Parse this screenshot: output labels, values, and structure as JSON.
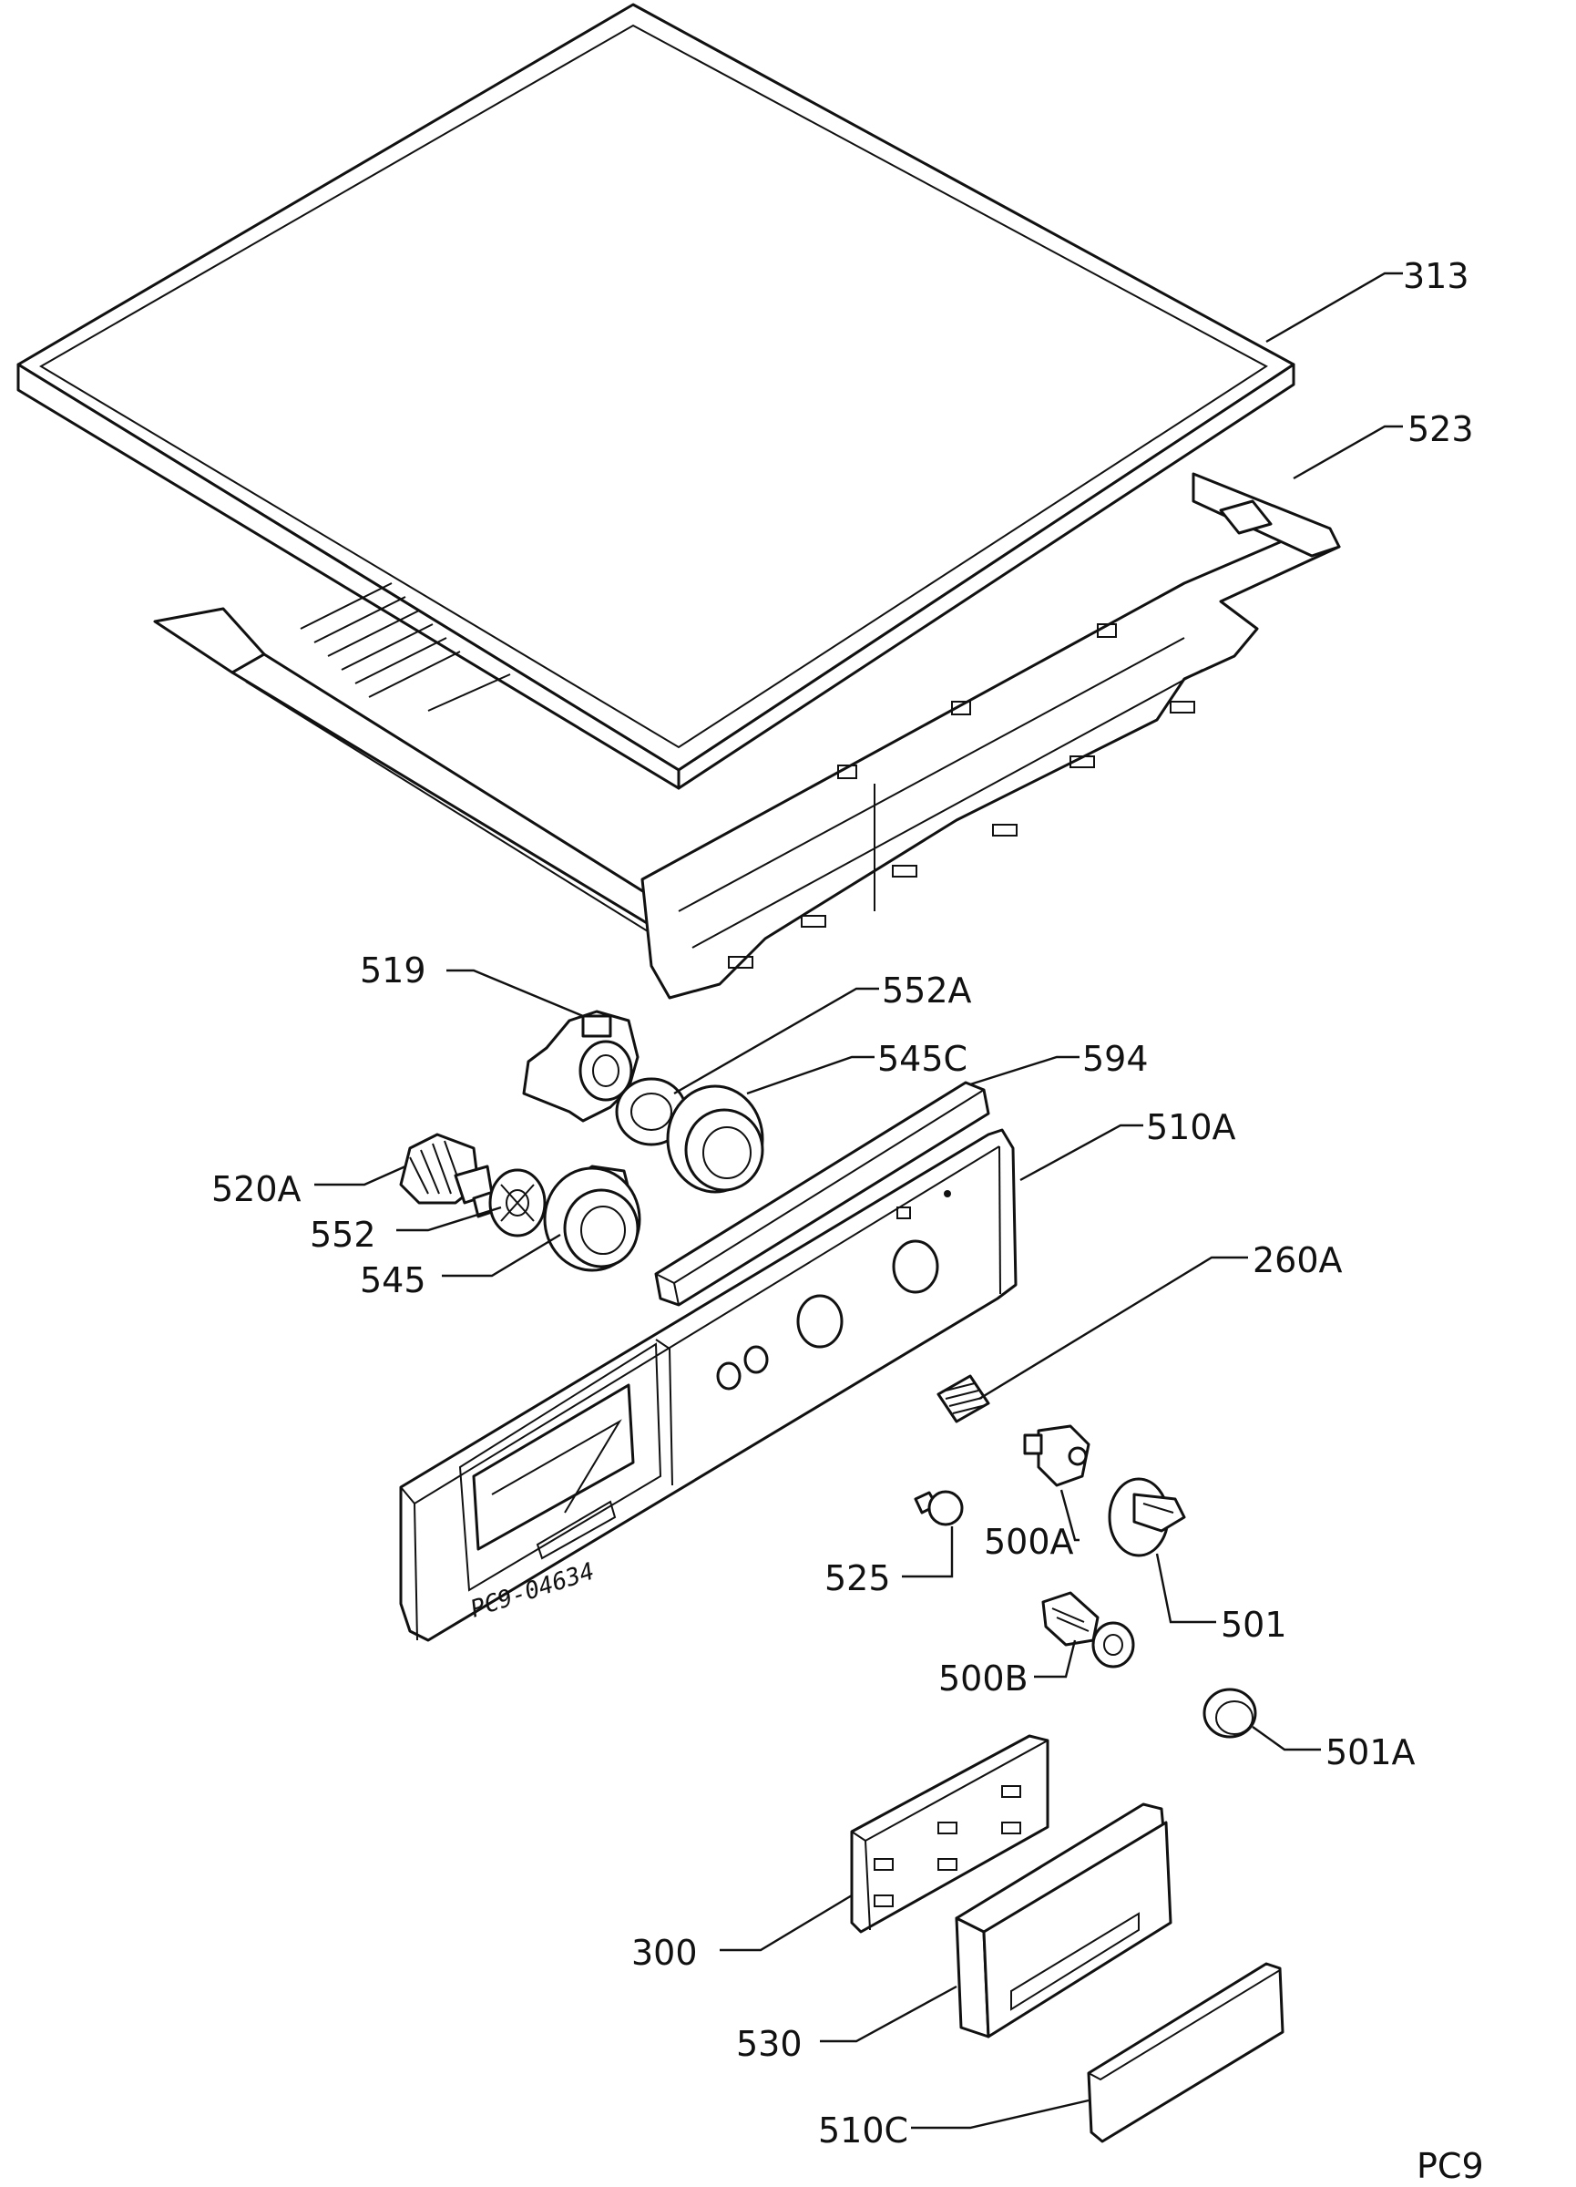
{
  "diagram": {
    "sheet_code": "PC9",
    "panel_stamp": "PC9-04634",
    "colors": {
      "ink": "#111111",
      "paper": "#ffffff"
    },
    "parts": [
      {
        "id": "p313",
        "label": "313"
      },
      {
        "id": "p523",
        "label": "523"
      },
      {
        "id": "p519",
        "label": "519"
      },
      {
        "id": "p552A",
        "label": "552A"
      },
      {
        "id": "p545C",
        "label": "545C"
      },
      {
        "id": "p594",
        "label": "594"
      },
      {
        "id": "p510A",
        "label": "510A"
      },
      {
        "id": "p520A",
        "label": "520A"
      },
      {
        "id": "p552",
        "label": "552"
      },
      {
        "id": "p545",
        "label": "545"
      },
      {
        "id": "p260A",
        "label": "260A"
      },
      {
        "id": "p500A",
        "label": "500A"
      },
      {
        "id": "p525",
        "label": "525"
      },
      {
        "id": "p501",
        "label": "501"
      },
      {
        "id": "p500B",
        "label": "500B"
      },
      {
        "id": "p501A",
        "label": "501A"
      },
      {
        "id": "p300",
        "label": "300"
      },
      {
        "id": "p530",
        "label": "530"
      },
      {
        "id": "p510C",
        "label": "510C"
      }
    ]
  }
}
